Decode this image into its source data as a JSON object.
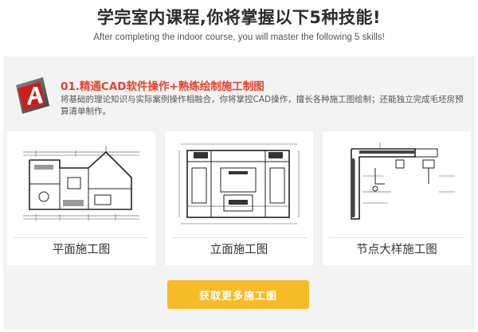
{
  "hero": {
    "title": "学完室内课程,你将掌握以下5种技能!",
    "subtitle": "After completing the indoor course, you will master the following 5 skills!"
  },
  "skill": {
    "icon": "autocad-logo-icon",
    "title": "01.精通CAD软件操作+熟练绘制施工制图",
    "description": "将基础的理论知识与实际案例操作相融合，你将掌控CAD操作，擅长各种施工图绘制；还能独立完成毛坯房预算清单制作。"
  },
  "cards": [
    {
      "label": "平面施工图",
      "icon": "floor-plan-drawing-icon"
    },
    {
      "label": "立面施工图",
      "icon": "elevation-drawing-icon"
    },
    {
      "label": "节点大样施工图",
      "icon": "node-detail-drawing-icon"
    }
  ],
  "cta": {
    "label": "获取更多施工图"
  },
  "colors": {
    "accent_red": "#e8412e",
    "button_yellow": "#f6bb26",
    "panel_bg": "#f3f3f3"
  }
}
